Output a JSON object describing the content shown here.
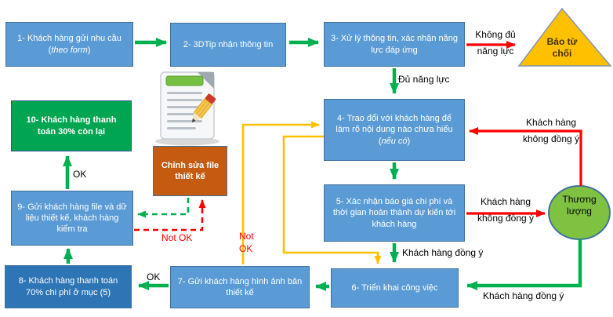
{
  "diagram": {
    "boxes": {
      "step1": {
        "pre": "1- Khách hàng gửi nhu cầu (",
        "italic": "theo form",
        "post": ")"
      },
      "step2": {
        "label": "2- 3DTip nhận thông tin"
      },
      "step3": {
        "label": "3- Xử lý thông tin, xác nhận năng lực đáp ứng"
      },
      "step4": {
        "pre": "4- Trao đổi với khách hàng để làm rõ nội dung nào chưa hiểu (",
        "italic": "nếu có",
        "post": ")"
      },
      "step5": {
        "label": "5- Xác nhận báo giá chi phí và thời gian hoàn thành dự kiến tới khách hàng"
      },
      "step6": {
        "label": "6- Triển khai công việc"
      },
      "step7": {
        "label": "7- Gửi khách hàng hình ảnh bản thiết kế"
      },
      "step8": {
        "label": "8- Khách hàng thanh toán 70% chi phí ở mục (5)"
      },
      "step9": {
        "label": "9- Gửi khách hàng file và dữ liệu thiết kế, khách hàng kiểm tra"
      },
      "step10": {
        "label": "10- Khách hàng thanh toán 30% còn lại"
      },
      "edit": {
        "label": "Chỉnh sửa file thiết kế"
      },
      "reject": {
        "label": "Báo từ chối"
      },
      "negotiate": {
        "label": "Thương lượng"
      }
    },
    "edge_labels": {
      "not_enough_capacity": "Không đủ\nnăng lực",
      "enough_capacity": "Đủ năng lực",
      "customer_disagree": "Khách hàng\nkhông đồng ý",
      "customer_agree": "Khách hàng đồng ý",
      "ok": "OK",
      "not_ok": "Not OK",
      "not_ok_stacked": "Not\nOK"
    },
    "icons": {
      "notepad_pencil": "notepad-pencil-icon"
    },
    "colors": {
      "process_fill": "#5B9BD5",
      "process_border": "#41719C",
      "step8_fill": "#2E75B6",
      "step10_fill": "#00A551",
      "step10_border": "#2F5597",
      "edit_fill": "#C55A11",
      "triangle_fill": "#FFC000",
      "triangle_border": "#8496B0",
      "ellipse_fill": "#7FC242",
      "ellipse_border": "#41719C",
      "arrow_green": "#00B050",
      "arrow_red": "#FF0000",
      "arrow_yellow": "#FFC000",
      "box_text": "#FFFFFF",
      "label_text": "#000000",
      "not_ok_text": "#FF0000",
      "triangle_text": "#3F3000"
    }
  }
}
